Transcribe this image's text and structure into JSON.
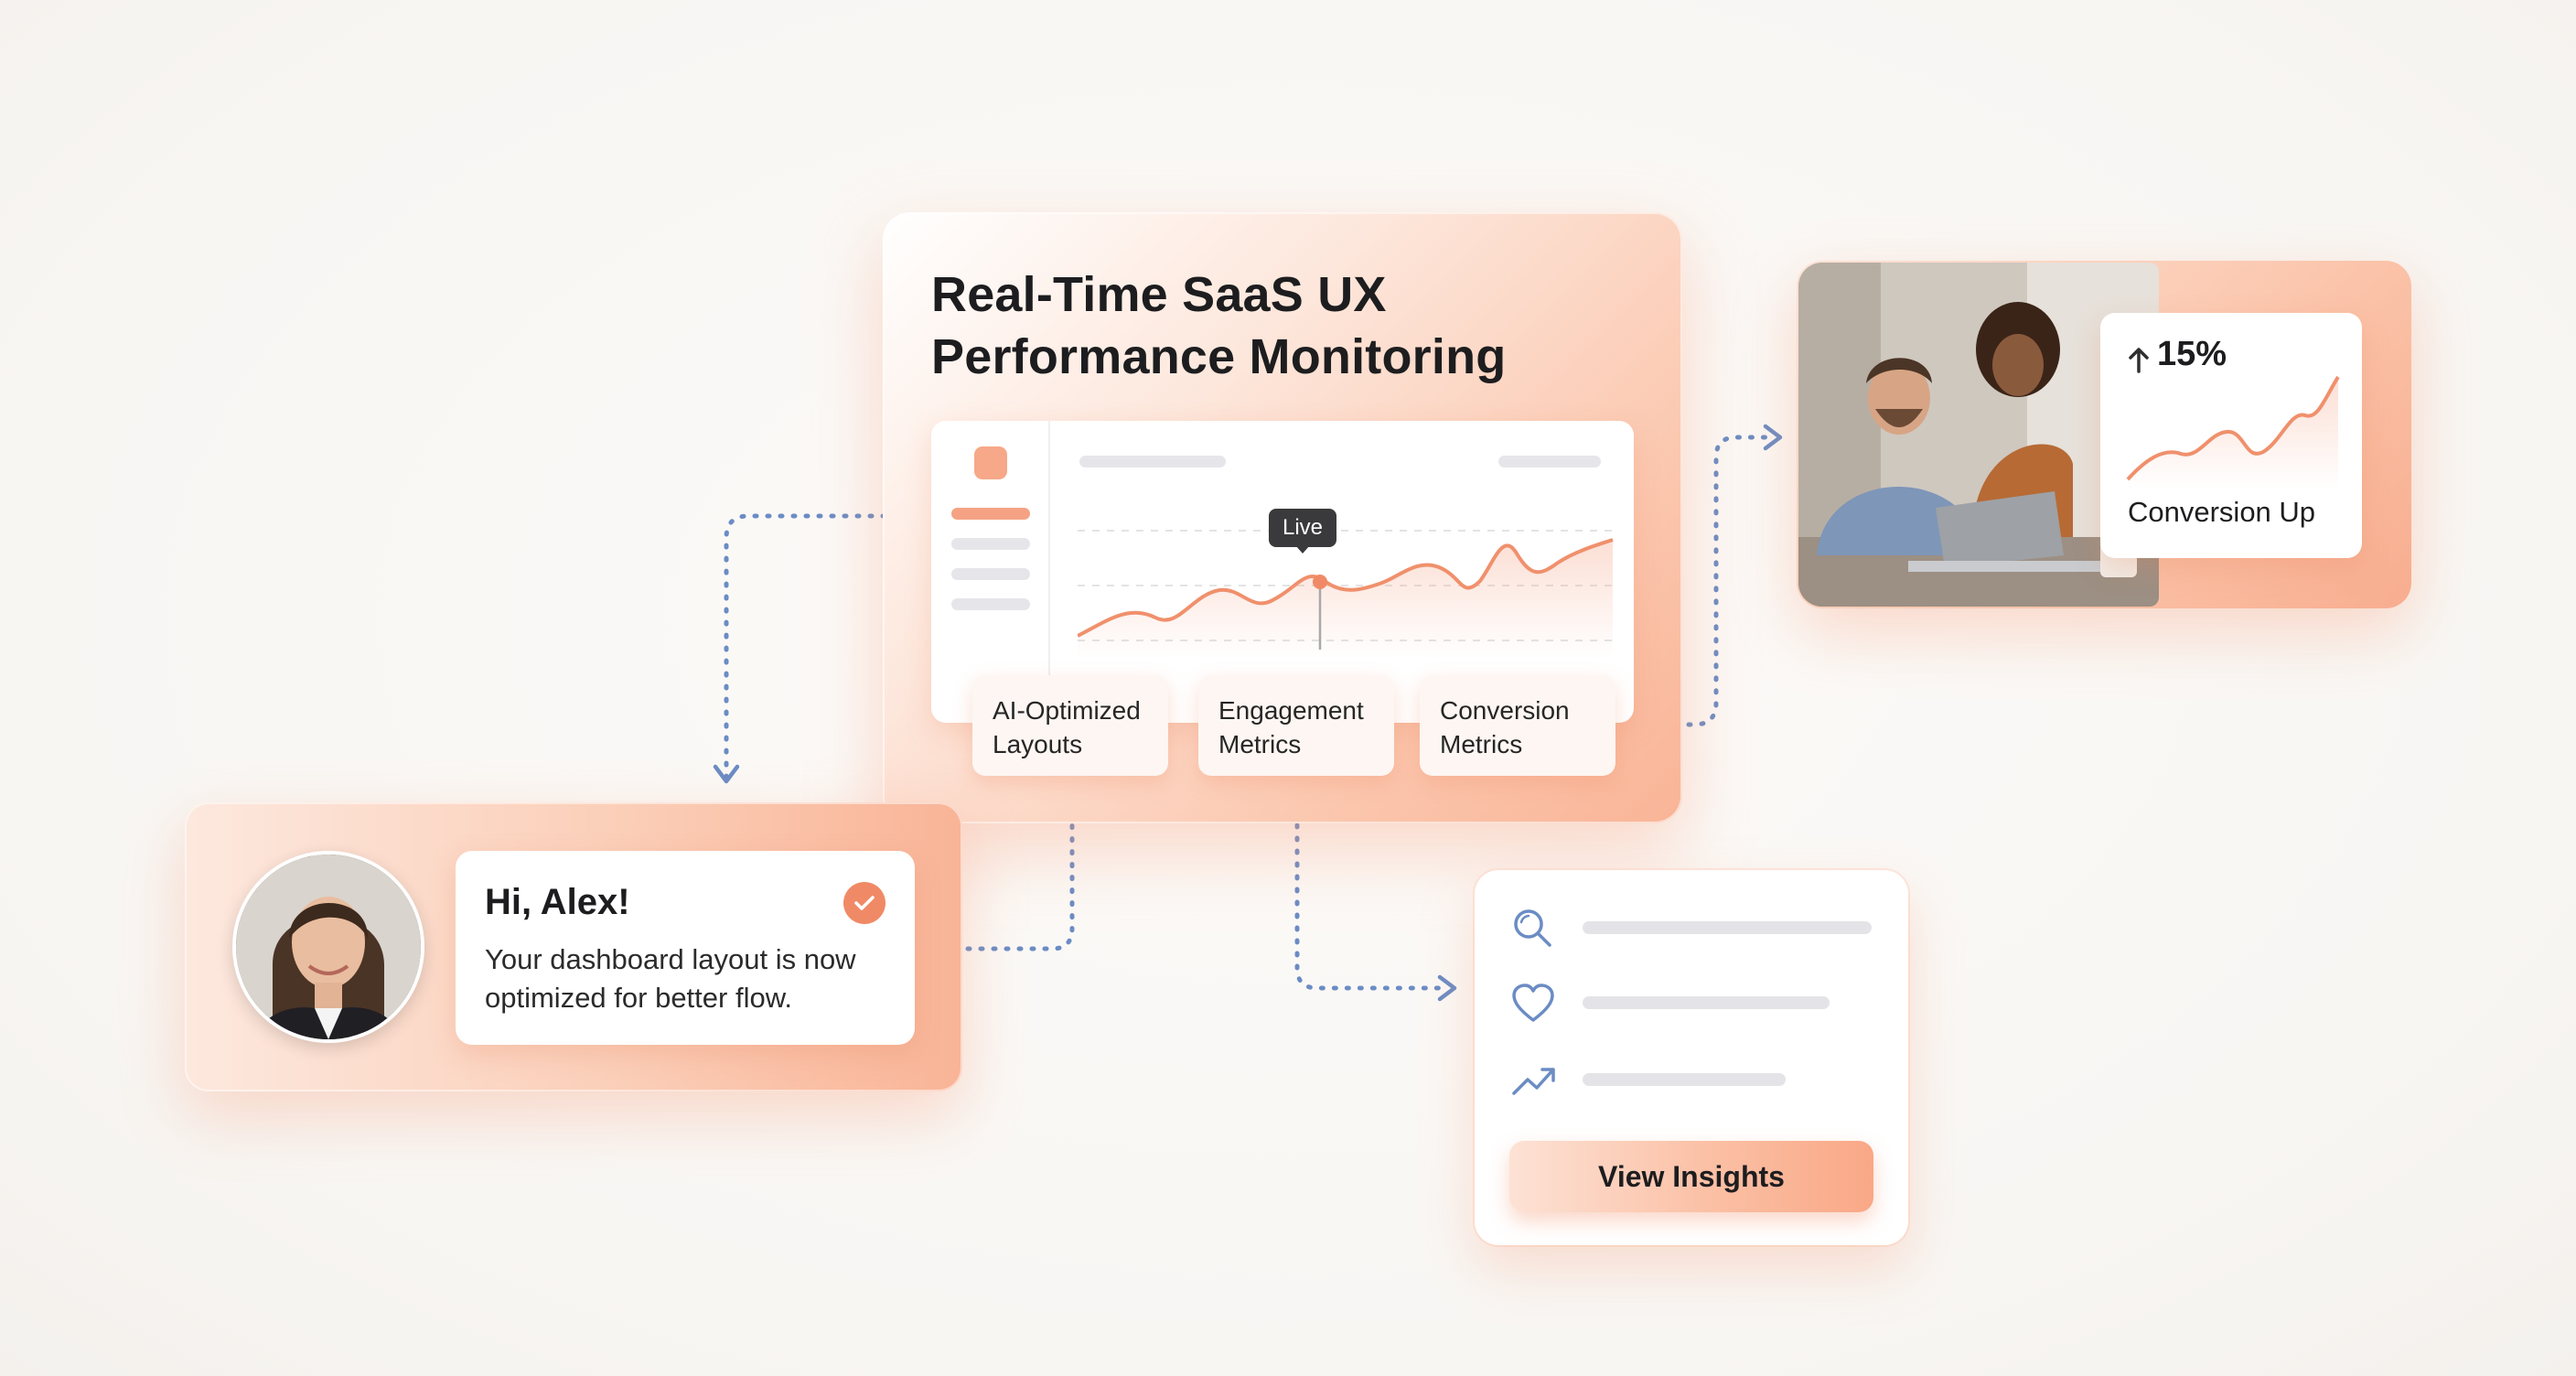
{
  "header": {
    "title_line1": "Real-Time SaaS UX",
    "title_line2": "Performance Monitoring"
  },
  "dashboard": {
    "tooltip": "Live",
    "chips": [
      {
        "line1": "AI-Optimized",
        "line2": "Layouts"
      },
      {
        "line1": "Engagement",
        "line2": "Metrics"
      },
      {
        "line1": "Conversion",
        "line2": "Metrics"
      }
    ]
  },
  "notification": {
    "greeting": "Hi, Alex!",
    "message": "Your dashboard layout is now optimized for better flow.",
    "icons": {
      "status": "check-circle-icon"
    }
  },
  "stat_card": {
    "value": "15%",
    "trend": "up-arrow-icon",
    "label": "Conversion Up"
  },
  "insights": {
    "icons": [
      "search-icon",
      "heart-icon",
      "trending-up-icon"
    ],
    "button_label": "View Insights"
  },
  "colors": {
    "accent": "#f5a284",
    "accent_dark": "#f08a66",
    "connector": "#6b8cc4",
    "tooltip_bg": "#3a3a3c"
  }
}
